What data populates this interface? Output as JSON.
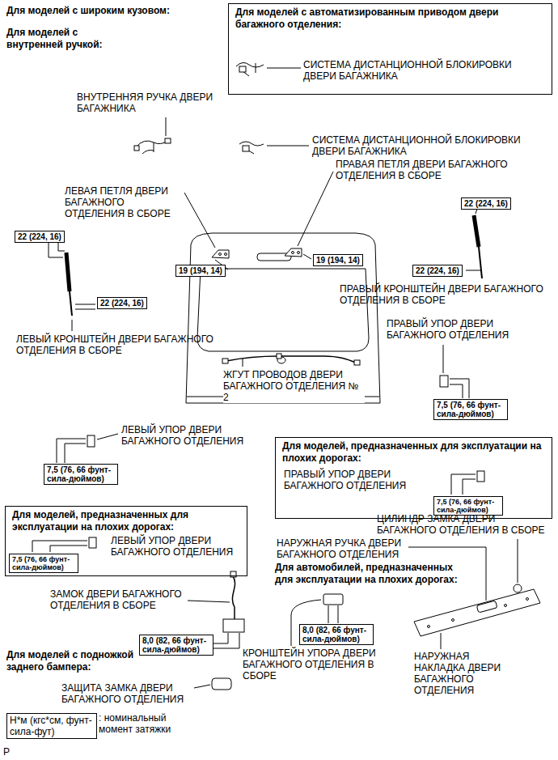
{
  "diagram": {
    "nodes": [
      {
        "text": [
          "Для моделей с автоматизированным приводом двери багажного отделения:",
          "СИСТЕМА ДИСТАНЦИОННОЙ БЛОКИРОВКИ ДВЕРИ БАГАЖНИКА"
        ]
      },
      {
        "text": [
          "22 (224, 16)"
        ]
      },
      {
        "text": [
          "22 (224, 16)"
        ]
      },
      {
        "text": [
          "19 (194, 14)"
        ]
      },
      {
        "text": [
          "19 (194, 14)"
        ]
      },
      {
        "text": [
          "22 (224, 16)"
        ]
      },
      {
        "text": [
          "22 (224, 16)"
        ]
      },
      {
        "text": [
          "7,5 (76, 66 фунт-сила-дюймов)"
        ]
      },
      {
        "text": [
          "Для моделей, предназначенных для эксплуатации на плохих дорогах:",
          "ПРАВЫЙ УПОР ДВЕРИ БАГАЖНОГО ОТДЕЛЕНИЯ"
        ]
      },
      {
        "text": [
          "7,5 (76, 66 фунт-сила-дюймов)"
        ],
        "in": 8
      },
      {
        "text": [
          "7,5 (76, 66 фунт-сила-дюймов)"
        ]
      },
      {
        "text": [
          "Для моделей, предназначенных для эксплуатации на плохих дорогах:",
          "ЛЕВЫЙ УПОР ДВЕРИ БАГАЖНОГО ОТДЕЛЕНИЯ"
        ]
      },
      {
        "text": [
          "7,5 (76, 66 фунт-сила-дюймов)"
        ],
        "in": 11
      },
      {
        "text": [
          "8,0 (82, 66 фунт-сила-дюймов)"
        ]
      },
      {
        "text": [
          "8,0 (82, 66 фунт-сила-дюймов)"
        ]
      },
      {
        "text": [
          "Н*м (кгс*см, фунт-сила-фут)"
        ]
      }
    ],
    "labels": [
      "Для моделей с широким кузовом:",
      "Для моделей с внутренней ручкой:",
      "ВНУТРЕННЯЯ РУЧКА ДВЕРИ БАГАЖНИКА",
      "СИСТЕМА ДИСТАНЦИОННОЙ БЛОКИРОВКИ ДВЕРИ БАГАЖНИКА",
      "ПРАВАЯ ПЕТЛЯ ДВЕРИ БАГАЖНОГО ОТДЕЛЕНИЯ В СБОРЕ",
      "ЛЕВАЯ ПЕТЛЯ ДВЕРИ БАГАЖНОГО ОТДЕЛЕНИЯ В СБОРЕ",
      "ПРАВЫЙ КРОНШТЕЙН ДВЕРИ БАГАЖНОГО ОТДЕЛЕНИЯ В СБОРЕ",
      "ПРАВЫЙ УПОР ДВЕРИ БАГАЖНОГО ОТДЕЛЕНИЯ",
      "ЛЕВЫЙ КРОНШТЕЙН ДВЕРИ БАГАЖНОГО ОТДЕЛЕНИЯ В СБОРЕ",
      "ЖГУТ ПРОВОДОВ ДВЕРИ БАГАЖНОГО ОТДЕЛЕНИЯ № 2",
      "ЛЕВЫЙ УПОР ДВЕРИ БАГАЖНОГО ОТДЕЛЕНИЯ",
      "ЦИЛИНДР ЗАМКА ДВЕРИ БАГАЖНОГО ОТДЕЛЕНИЯ В СБОРЕ",
      "НАРУЖНАЯ РУЧКА ДВЕРИ БАГАЖНОГО ОТДЕЛЕНИЯ",
      "Для автомобилей, предназначенных для эксплуатации на плохих дорогах:",
      "ЗАМОК ДВЕРИ БАГАЖНОГО ОТДЕЛЕНИЯ В СБОРЕ",
      "Для моделей с подножкой заднего бампера:",
      "КРОНШТЕЙН УПОРА ДВЕРИ БАГАЖНОГО ОТДЕЛЕНИЯ В СБОРЕ",
      "НАРУЖНАЯ НАКЛАДКА ДВЕРИ БАГАЖНОГО ОТДЕЛЕНИЯ",
      "ЗАЩИТА ЗАМКА ДВЕРИ БАГАЖНОГО ОТДЕЛЕНИЯ",
      ": номинальный момент затяжки",
      "P"
    ]
  }
}
